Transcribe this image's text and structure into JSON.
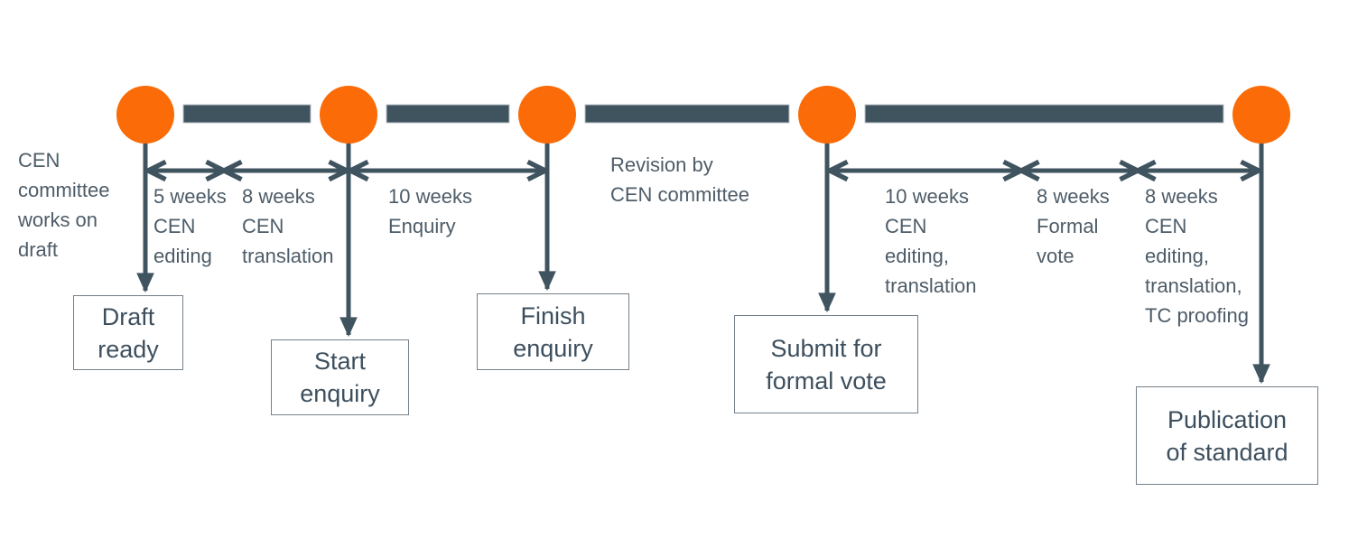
{
  "diagram": {
    "type": "process-timeline",
    "intro_note": "CEN\ncommittee\nworks on\ndraft",
    "revision_note": "Revision by\nCEN committee",
    "durations": [
      {
        "label": "5 weeks\nCEN\nediting"
      },
      {
        "label": "8 weeks\nCEN\ntranslation"
      },
      {
        "label": "10 weeks\nEnquiry"
      },
      {
        "label": "10 weeks\nCEN\nediting,\ntranslation"
      },
      {
        "label": "8 weeks\nFormal\nvote"
      },
      {
        "label": "8 weeks\nCEN\nediting,\ntranslation,\nTC proofing"
      }
    ],
    "milestones": [
      {
        "label": "Draft\nready"
      },
      {
        "label": "Start\nenquiry"
      },
      {
        "label": "Finish\nenquiry"
      },
      {
        "label": "Submit for\nformal vote"
      },
      {
        "label": "Publication\nof standard"
      }
    ],
    "colors": {
      "node_orange": "#FB6B07",
      "bar_slate": "#405460",
      "label_text": "#4D5C68",
      "box_text": "#3D4F5E",
      "box_border": "#75808A"
    }
  }
}
